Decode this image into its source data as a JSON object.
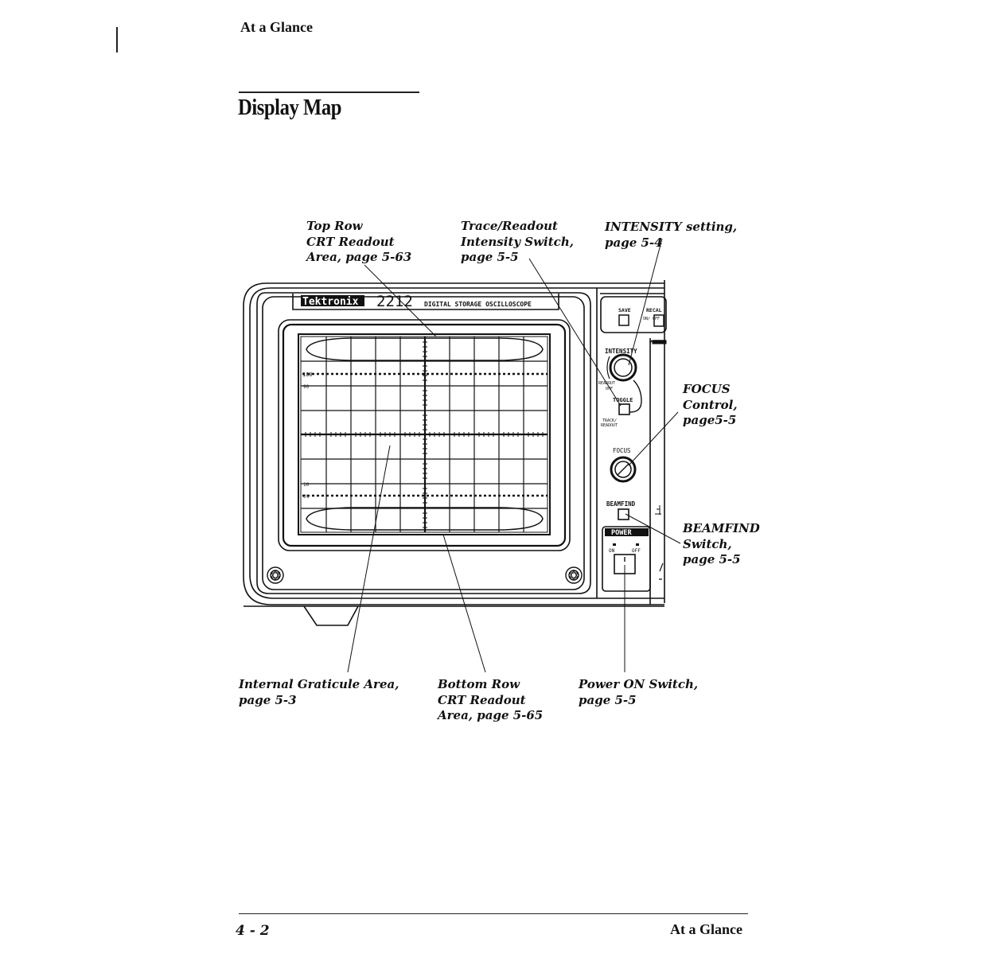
{
  "page": {
    "header": "At  a Glance",
    "title": "Display Map",
    "footer_left": "4 - 2",
    "footer_right": "At  a Glance"
  },
  "instrument": {
    "brand": "Tektronix",
    "model": "2212",
    "description": "DIGITAL STORAGE OSCILLOSCOPE",
    "panel": {
      "save": "SAVE",
      "recall": "RECAL",
      "on_off": "ON/ OFF",
      "intensity": "INTENSITY",
      "readout": "READOUT",
      "off": "OFF",
      "toggle": "TOGGLE",
      "track": "TRACK/",
      "readout2": "READOUT",
      "focus": "FOCUS",
      "beamfind": "BEAMFIND",
      "power": "POWER",
      "on": "ON",
      "off2": "OFF"
    },
    "graticule": {
      "mark_100": "100",
      "mark_90": "90",
      "mark_10": "10",
      "mark_0": "0%"
    }
  },
  "callouts": {
    "top_row": [
      "Top Row",
      "CRT Readout",
      "Area, page 5-63"
    ],
    "trace_readout": [
      "Trace/Readout",
      "Intensity  Switch,",
      "page 5-5"
    ],
    "intensity": [
      "INTENSITY setting,",
      "page 5-4"
    ],
    "focus": [
      "FOCUS",
      "Control,",
      "page5-5"
    ],
    "beamfind": [
      "BEAMFIND",
      "Switch,",
      "page 5-5"
    ],
    "graticule": [
      "Internal Graticule Area,",
      "page 5-3"
    ],
    "bottom_row": [
      "Bottom Row",
      "CRT Readout",
      "Area, page 5-65"
    ],
    "power": [
      "Power ON Switch,",
      "page 5-5"
    ]
  }
}
